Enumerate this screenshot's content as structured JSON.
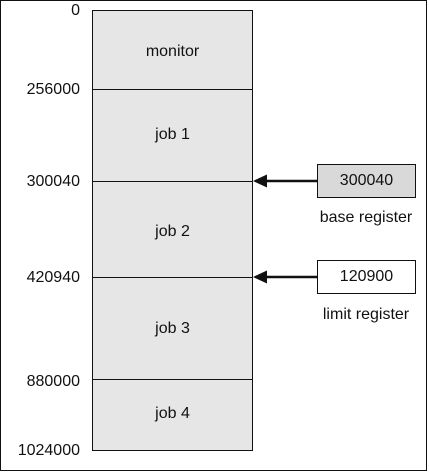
{
  "addresses": [
    "0",
    "256000",
    "300040",
    "420940",
    "880000",
    "1024000"
  ],
  "segments": [
    "monitor",
    "job 1",
    "job 2",
    "job 3",
    "job 4"
  ],
  "base_register": {
    "value": "300040",
    "label": "base register",
    "fill_color": "#d9d9d9"
  },
  "limit_register": {
    "value": "120900",
    "label": "limit register",
    "fill_color": "#ffffff"
  },
  "memory_fill_color": "#e6e6e6"
}
